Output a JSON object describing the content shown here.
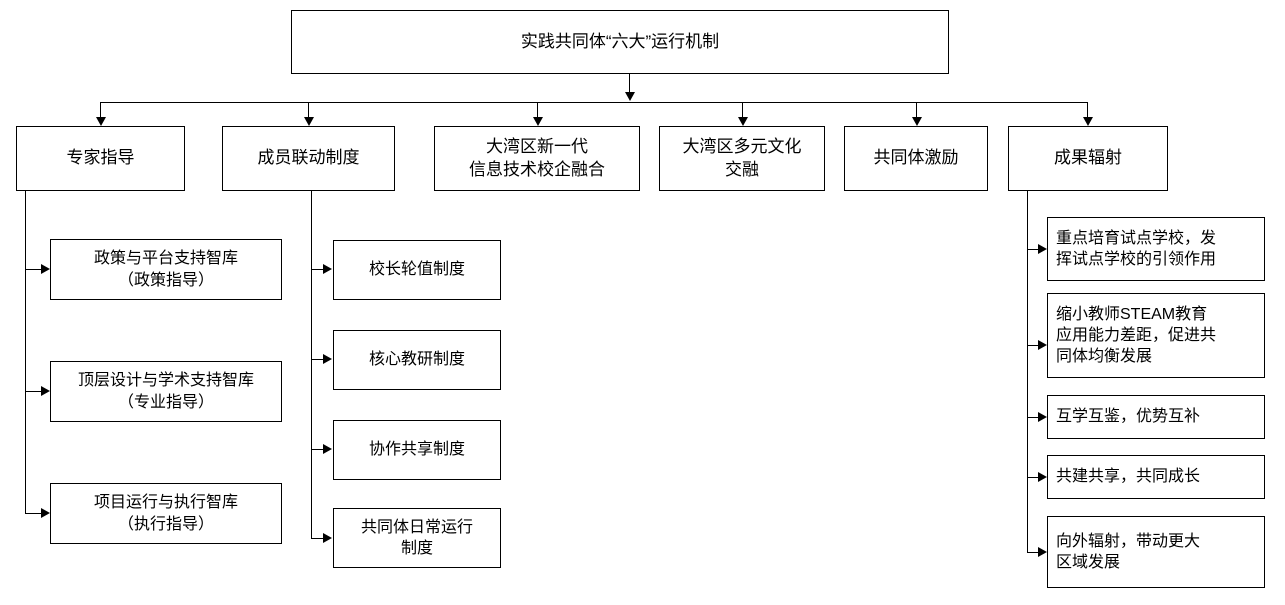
{
  "diagram": {
    "title_box": {
      "label": "实践共同体“六大”运行机制"
    },
    "branches": [
      {
        "key": "expert-guidance",
        "label": "专家指导",
        "children": [
          {
            "label": "政策与平台支持智库\n（政策指导）"
          },
          {
            "label": "顶层设计与学术支持智库\n（专业指导）"
          },
          {
            "label": "项目运行与执行智库\n（执行指导）"
          }
        ]
      },
      {
        "key": "member-linkage-system",
        "label": "成员联动制度",
        "children": [
          {
            "label": "校长轮值制度"
          },
          {
            "label": "核心教研制度"
          },
          {
            "label": "协作共享制度"
          },
          {
            "label": "共同体日常运行\n制度"
          }
        ]
      },
      {
        "key": "greater-bay-area-new-gen-it",
        "label": "大湾区新一代\n信息技术校企融合",
        "children": []
      },
      {
        "key": "greater-bay-area-multicultural-exchange",
        "label": "大湾区多元文化\n交融",
        "children": []
      },
      {
        "key": "community-incentive",
        "label": "共同体激励",
        "children": []
      },
      {
        "key": "achievement-radiation",
        "label": "成果辐射",
        "children": [
          {
            "label": "重点培育试点学校，发\n挥试点学校的引领作用"
          },
          {
            "label": "缩小教师STEAM教育\n应用能力差距，促进共\n同体均衡发展"
          },
          {
            "label": "互学互鉴，优势互补"
          },
          {
            "label": "共建共享，共同成长"
          },
          {
            "label": "向外辐射，带动更大\n区域发展"
          }
        ]
      }
    ],
    "colors": {
      "stroke": "#000000",
      "fill": "#ffffff",
      "text": "#000000"
    }
  }
}
